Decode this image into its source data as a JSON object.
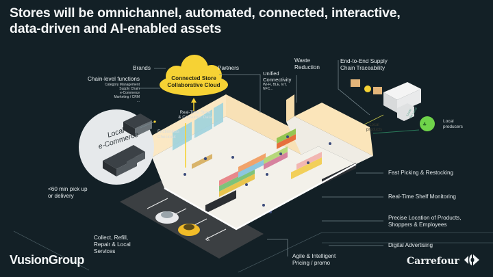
{
  "header": {
    "title_line1": "Stores will be omnichannel, automated, connected, interactive,",
    "title_line2": "data-driven and AI-enabled assets"
  },
  "cloud": {
    "line1": "Connected Store",
    "line2": "Collaborative Cloud",
    "color": "#f6d234",
    "icon": "cloud-icon"
  },
  "callouts": {
    "brands": "Brands",
    "partners": "Partners",
    "chain_level": {
      "title": "Chain-level functions",
      "items": [
        "Category Management",
        "Supply Chain",
        "e-Commerce",
        "Marketing / CRM",
        "..."
      ]
    },
    "realtime_data": {
      "line1": "Real-Time Store",
      "line2": "& Consumer Data"
    },
    "unified_connectivity": {
      "line1": "Unified",
      "line2": "Connectivity",
      "detail1": "Wi-Fi, BLE, IoT,",
      "detail2": "NFC..."
    },
    "waste_reduction": {
      "line1": "Waste",
      "line2": "Reduction"
    },
    "supply_chain": {
      "line1": "End-to-End Supply",
      "line2": "Chain Traceability"
    },
    "local_products": {
      "line1": "Local",
      "line2": "products"
    },
    "local_producers": {
      "line1": "Local",
      "line2": "producers",
      "icon_color": "#6fd34a"
    },
    "local_for_local": {
      "line1": "Local",
      "line2": "for Local"
    },
    "frictionless": {
      "line1": "Frictionless",
      "line2": "Checkout"
    },
    "local_ecommerce": {
      "line1": "Local",
      "line2": "e-Commerce"
    },
    "pickup": {
      "line1": "<60 min pick up",
      "line2": "or delivery"
    },
    "collect": {
      "line1": "Collect, Refill,",
      "line2": "Repair  & Local",
      "line3": "Services"
    },
    "agile_pricing": {
      "line1": "Agile & Intelligent",
      "line2": "Pricing / promo"
    },
    "right_list": [
      {
        "line1": "Fast Picking & Restocking"
      },
      {
        "line1": "Real-Time Shelf Monitoring"
      },
      {
        "line1": "Precise Location of Products,",
        "line2": "Shoppers & Employees"
      },
      {
        "line1": "Digital Advertising"
      }
    ]
  },
  "logos": {
    "left": "VusionGroup",
    "right": "Carrefour"
  },
  "colors": {
    "background": "#132026",
    "accent_yellow": "#f6d234",
    "floor": "#f3f1ea",
    "wall": "#fbe8c4",
    "parking": "#3b3f42"
  }
}
